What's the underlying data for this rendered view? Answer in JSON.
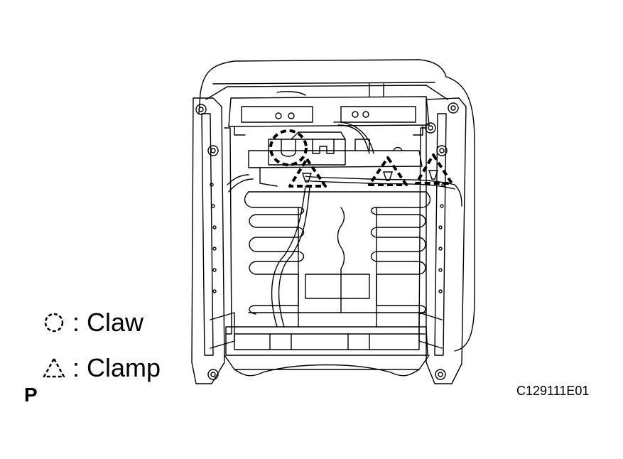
{
  "legend": {
    "claw_label": ": Claw",
    "clamp_label": ": Clamp"
  },
  "view_letter": "P",
  "figure_code": "C129111E01",
  "icons": {
    "claw": "dashed-circle-icon",
    "clamp": "dashed-triangle-icon"
  },
  "colors": {
    "line": "#000000",
    "background": "#ffffff"
  }
}
